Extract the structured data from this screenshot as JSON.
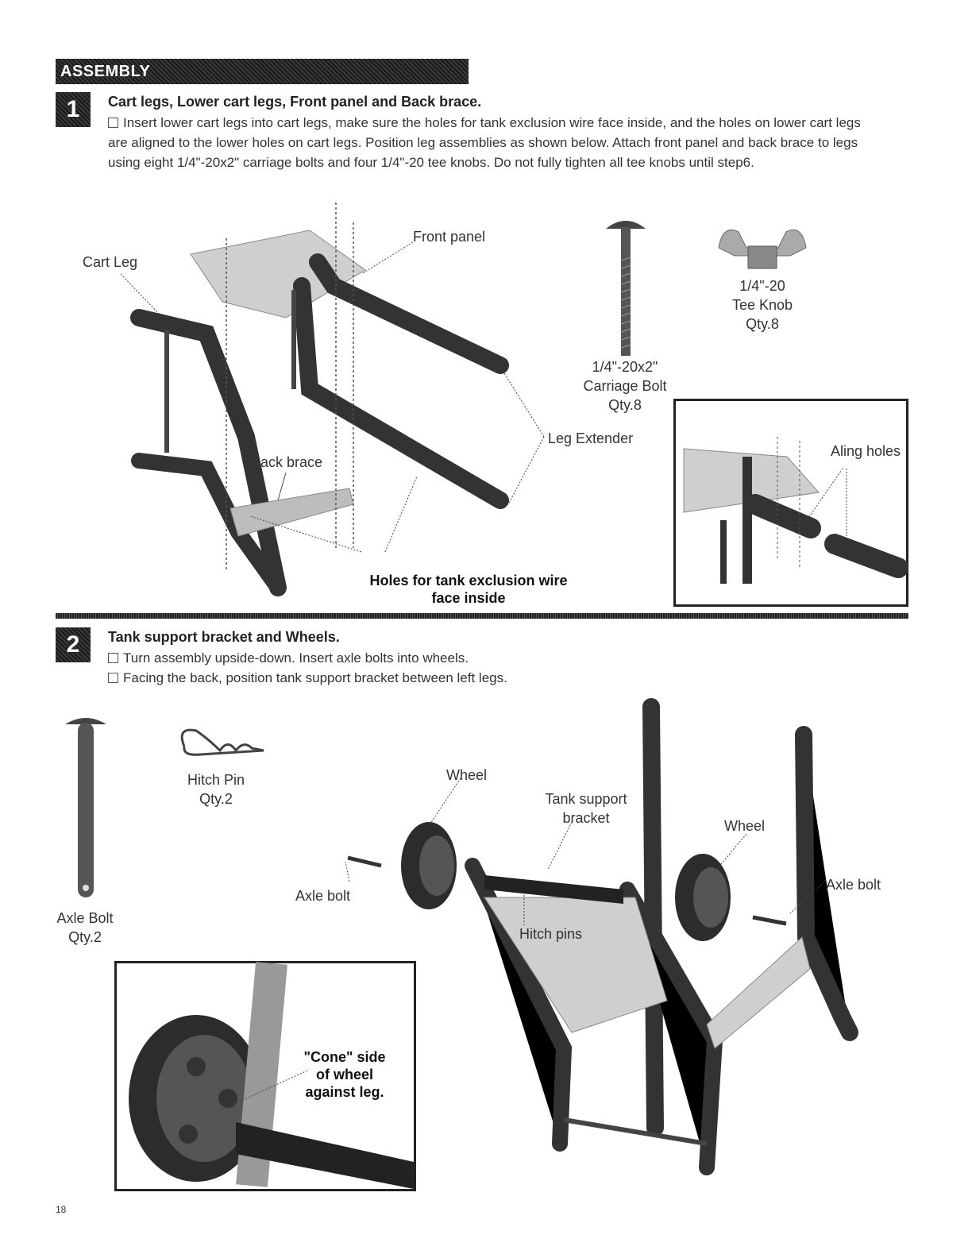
{
  "header": {
    "title": "ASSEMBLY"
  },
  "step1": {
    "number": "1",
    "title": "Cart legs, Lower cart legs, Front panel and Back brace.",
    "instruction": "Insert lower cart legs into cart legs, make sure the holes for tank exclusion wire face inside, and the holes on lower cart legs are aligned to the lower holes on cart legs. Position leg assemblies as shown below. Attach front panel and back brace to legs using eight 1/4\"-20x2\" carriage bolts and four 1/4\"-20 tee knobs. Do not fully tighten all tee knobs until step6.",
    "labels": {
      "cart_leg": "Cart Leg",
      "front_panel": "Front panel",
      "back_brace": "Back brace",
      "leg_extender": "Leg Extender",
      "holes_note": "Holes for tank exclusion wire\nface inside",
      "carriage_bolt": "1/4\"-20x2\"\nCarriage Bolt\nQty.8",
      "tee_knob": "1/4\"-20\nTee Knob\nQty.8",
      "aling_holes": "Aling holes"
    }
  },
  "step2": {
    "number": "2",
    "title": "Tank support bracket and Wheels.",
    "instructions": [
      "Turn assembly upside-down. Insert axle bolts into wheels.",
      "Facing the back, position tank support bracket between left legs."
    ],
    "labels": {
      "axle_bolt_part": "Axle Bolt\nQty.2",
      "hitch_pin_part": "Hitch Pin\nQty.2",
      "wheel_left": "Wheel",
      "wheel_right": "Wheel",
      "tank_support_bracket": "Tank support\nbracket",
      "axle_bolt_left": "Axle bolt",
      "axle_bolt_right": "Axle bolt",
      "hitch_pins": "Hitch pins",
      "cone_note": "\"Cone\" side\nof wheel\nagainst leg."
    }
  },
  "footer": {
    "page_number": "18"
  }
}
